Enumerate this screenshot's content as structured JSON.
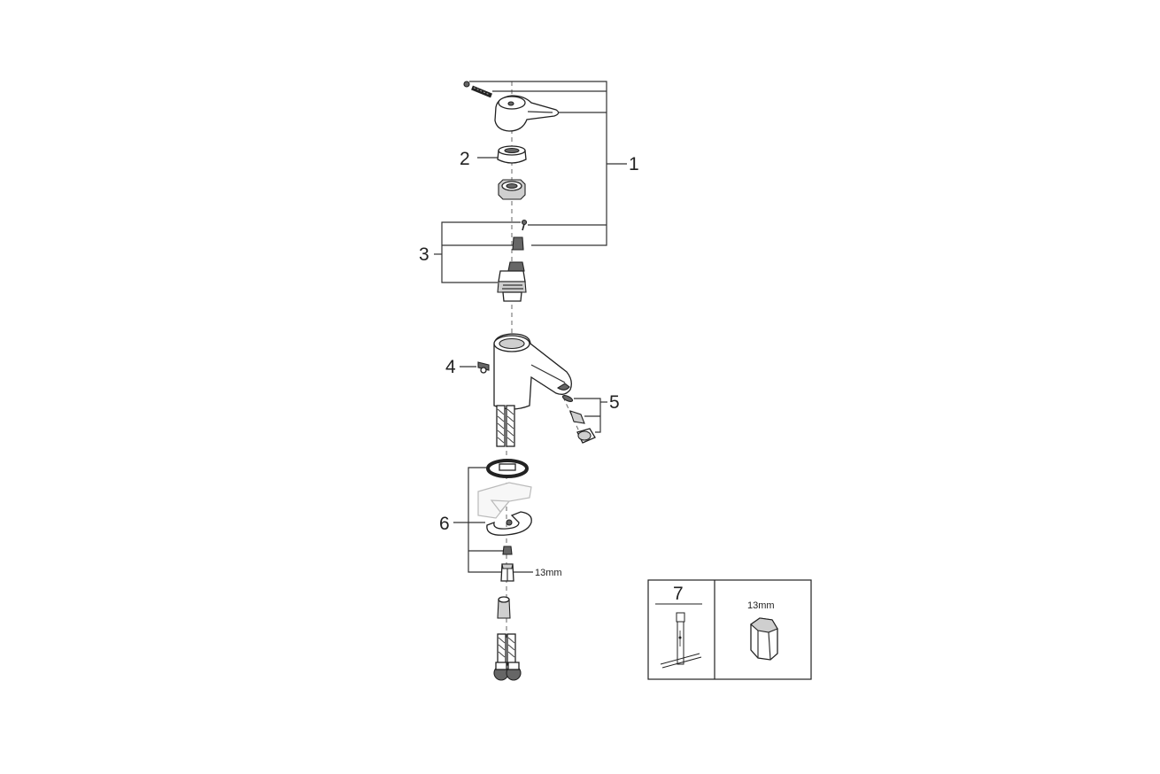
{
  "callouts": {
    "c1": "1",
    "c2": "2",
    "c3": "3",
    "c4": "4",
    "c5": "5",
    "c6": "6",
    "c7": "7"
  },
  "dimension_label": "13mm",
  "tool_box": {
    "tool_number": "7",
    "socket_size": "13mm"
  }
}
